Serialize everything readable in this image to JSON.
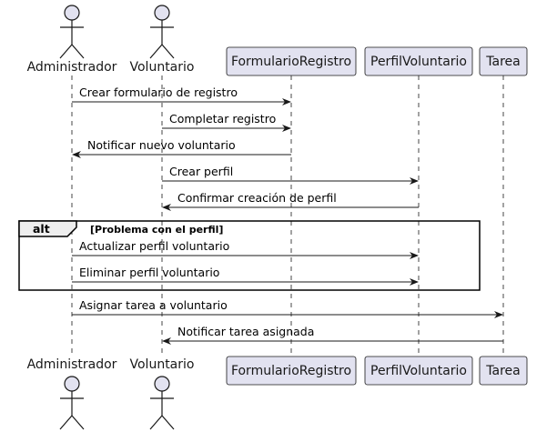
{
  "diagram": {
    "type": "sequence",
    "colors": {
      "participant_fill": "#E2E2F0",
      "participant_stroke": "#181818",
      "lifeline": "#181818",
      "line": "#181818",
      "alt_label_fill": "#EEEEEE"
    },
    "participants": [
      {
        "id": "administrador",
        "label": "Administrador",
        "kind": "actor"
      },
      {
        "id": "voluntario",
        "label": "Voluntario",
        "kind": "actor"
      },
      {
        "id": "formulario",
        "label": "FormularioRegistro",
        "kind": "box"
      },
      {
        "id": "perfil",
        "label": "PerfilVoluntario",
        "kind": "box"
      },
      {
        "id": "tarea",
        "label": "Tarea",
        "kind": "box"
      }
    ],
    "messages": [
      {
        "from": "administrador",
        "to": "formulario",
        "label": "Crear formulario de registro"
      },
      {
        "from": "voluntario",
        "to": "formulario",
        "label": "Completar registro"
      },
      {
        "from": "formulario",
        "to": "administrador",
        "label": "Notificar nuevo voluntario"
      },
      {
        "from": "voluntario",
        "to": "perfil",
        "label": "Crear perfil"
      },
      {
        "from": "perfil",
        "to": "voluntario",
        "label": "Confirmar creación de perfil"
      },
      {
        "from": "administrador",
        "to": "perfil",
        "label": "Actualizar perfil voluntario"
      },
      {
        "from": "administrador",
        "to": "perfil",
        "label": "Eliminar perfil voluntario"
      },
      {
        "from": "administrador",
        "to": "tarea",
        "label": "Asignar tarea a voluntario"
      },
      {
        "from": "tarea",
        "to": "voluntario",
        "label": "Notificar tarea asignada"
      }
    ],
    "alt_fragment": {
      "label": "alt",
      "condition": "[Problema con el perfil]",
      "message_indices": [
        5,
        6
      ]
    }
  }
}
